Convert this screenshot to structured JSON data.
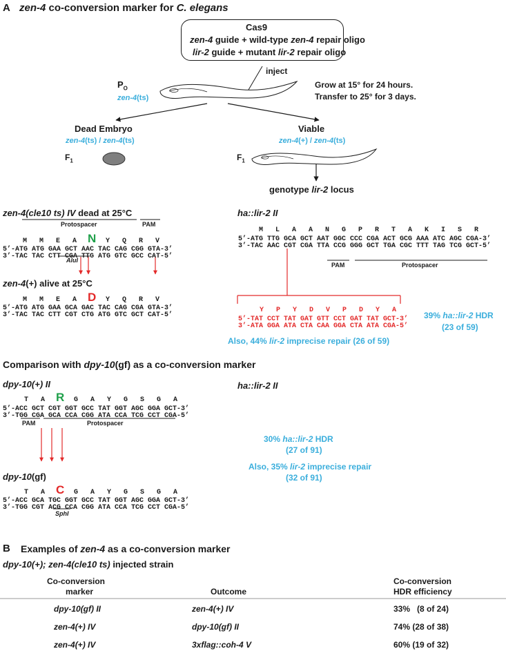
{
  "panel_a": {
    "letter": "A",
    "title_italic": "zen-4",
    "title_mid": " co-conversion marker for ",
    "title_species": "C. elegans",
    "box_line1": "Cas9",
    "box_line2a": "zen-4",
    "box_line2b": " guide + wild-type ",
    "box_line2c": "zen-4",
    "box_line2d": " repair oligo",
    "box_line3a": "lir-2",
    "box_line3b": " guide + mutant ",
    "box_line3c": "lir-2",
    "box_line3d": " repair oligo",
    "inject": "inject",
    "p0": "P",
    "p0_sub": "O",
    "p0_genotype_a": "zen-4",
    "p0_genotype_b": "(ts)",
    "grow1": "Grow at 15° for 24 hours.",
    "grow2": "Transfer to 25° for 3 days.",
    "dead_label": "Dead Embryo",
    "dead_geno_a": "zen-4",
    "dead_geno_b": "(ts) / ",
    "dead_geno_c": "zen-4",
    "dead_geno_d": "(ts)",
    "viable_label": "Viable",
    "viable_geno_a": "zen-4",
    "viable_geno_b": "(+) / ",
    "viable_geno_c": "zen-4",
    "viable_geno_d": "(ts)",
    "f1": "F",
    "f1_sub": "1",
    "genotype_locus_a": "genotype ",
    "genotype_locus_b": "lir-2",
    "genotype_locus_c": " locus"
  },
  "zen4_block": {
    "heading_a": "zen-4(cle10",
    "heading_b": " ts) IV",
    "heading_c": " dead at 25°C",
    "protospacer": "Protospacer",
    "pam": "PAM",
    "aa_row": [
      "M",
      "M",
      "E",
      "A",
      "N",
      "Y",
      "Q",
      "R",
      "V"
    ],
    "seq_top": "5’-ATG ATG GAA GCT AAC TAC CAG CGG GTA-3’",
    "seq_bot": "3’-TAC TAC CTT CGA TTG ATG GTC GCC CAT-5’",
    "enzyme": "AluI",
    "alive_a": "zen-4",
    "alive_b": "(+) alive at 25°C",
    "aa_row2": [
      "M",
      "M",
      "E",
      "A",
      "D",
      "Y",
      "Q",
      "R",
      "V"
    ],
    "seq2_top": "5’-ATG ATG GAA GCA GAC TAC CAG CGA GTA-3’",
    "seq2_bot": "3’-TAC TAC CTT CGT CTG ATG GTC GCT CAT-5’"
  },
  "lir2_block": {
    "heading": "ha::lir-2 II",
    "aa_row": [
      "M",
      "L",
      "A",
      "A",
      "N",
      "G",
      "P",
      "R",
      "T",
      "A",
      "K",
      "I",
      "S",
      "R"
    ],
    "seq_top": "5’-ATG TTG GCA GCT AAT GGC CCC CGA ACT GCG AAA ATC AGC CGA-3’",
    "seq_bot": "3’-TAC AAC CGT CGA TTA CCG GGG GCT TGA CGC TTT TAG TCG GCT-5’",
    "pam": "PAM",
    "protospacer": "Protospacer",
    "ins_aa": [
      "Y",
      "P",
      "Y",
      "D",
      "V",
      "P",
      "D",
      "Y",
      "A"
    ],
    "ins_top": "5’-TAT CCT TAT GAT GTT CCT GAT TAT GCT-3’",
    "ins_bot": "3’-ATA GGA ATA CTA CAA GGA CTA ATA CGA-5’",
    "hdr1": "39% ",
    "hdr1_i": "ha::lir-2",
    "hdr1_b": " HDR",
    "hdr2": "(23 of 59)",
    "also_a": "Also, 44% ",
    "also_b": "lir-2",
    "also_c": " imprecise repair (26 of 59)"
  },
  "comparison": {
    "heading_a": "Comparison with ",
    "heading_b": "dpy-10",
    "heading_c": "(gf) as a co-conversion marker",
    "dpy_plus_a": "dpy-10",
    "dpy_plus_b": "(+) II",
    "aa_row": [
      "T",
      "A",
      "R",
      "G",
      "A",
      "Y",
      "G",
      "S",
      "G",
      "A"
    ],
    "seq_top": "5’-ACC GCT CGT GGT GCC TAT GGT AGC GGA GCT-3’",
    "seq_bot": "3’-TGG CGA GCA CCA CGG ATA CCA TCG CCT CGA-5’",
    "pam": "PAM",
    "protospacer": "Protospacer",
    "dpy_gf_a": "dpy-10",
    "dpy_gf_b": "(gf)",
    "aa_row2": [
      "T",
      "A",
      "C",
      "G",
      "A",
      "Y",
      "G",
      "S",
      "G",
      "A"
    ],
    "seq2_top": "5’-ACC GCA TGC GGT GCC TAT GGT AGC GGA GCT-3’",
    "seq2_bot": "3’-TGG CGT ACG CCA CGG ATA CCA TCG CCT CGA-5’",
    "enzyme": "SphI",
    "ha_heading": "ha::lir-2 II",
    "hdr_a": "30% ",
    "hdr_b": "ha::lir-2",
    "hdr_c": " HDR",
    "hdr2": "(27 of 91)",
    "also_a": "Also, 35% ",
    "also_b": "lir-2",
    "also_c": " imprecise repair",
    "also2": "(32 of 91)"
  },
  "panel_b": {
    "letter": "B",
    "title_a": "Examples of ",
    "title_b": "zen-4",
    "title_c": " as a co-conversion marker",
    "strain_a": "dpy-10",
    "strain_b": "(+); ",
    "strain_c": "zen-4(cle10",
    "strain_d": " ts)",
    "strain_e": " injected strain",
    "col1_line1": "Co-conversion",
    "col1_line2": "marker",
    "col2": "Outcome",
    "col3_line1": "Co-conversion",
    "col3_line2": "HDR efficiency",
    "rows": [
      {
        "marker_a": "dpy-10",
        "marker_b": "(gf) II",
        "outcome_a": "zen-4",
        "outcome_b": "(+) IV",
        "eff": "33%   (8 of 24)"
      },
      {
        "marker_a": "zen-4",
        "marker_b": "(+) IV",
        "outcome_a": "dpy-10",
        "outcome_b": "(gf) II",
        "eff": "74% (28 of 38)"
      },
      {
        "marker_a": "zen-4",
        "marker_b": "(+) IV",
        "outcome_a": "3xflag::coh-4",
        "outcome_b": " V",
        "eff": "60% (19 of 32)"
      }
    ]
  }
}
